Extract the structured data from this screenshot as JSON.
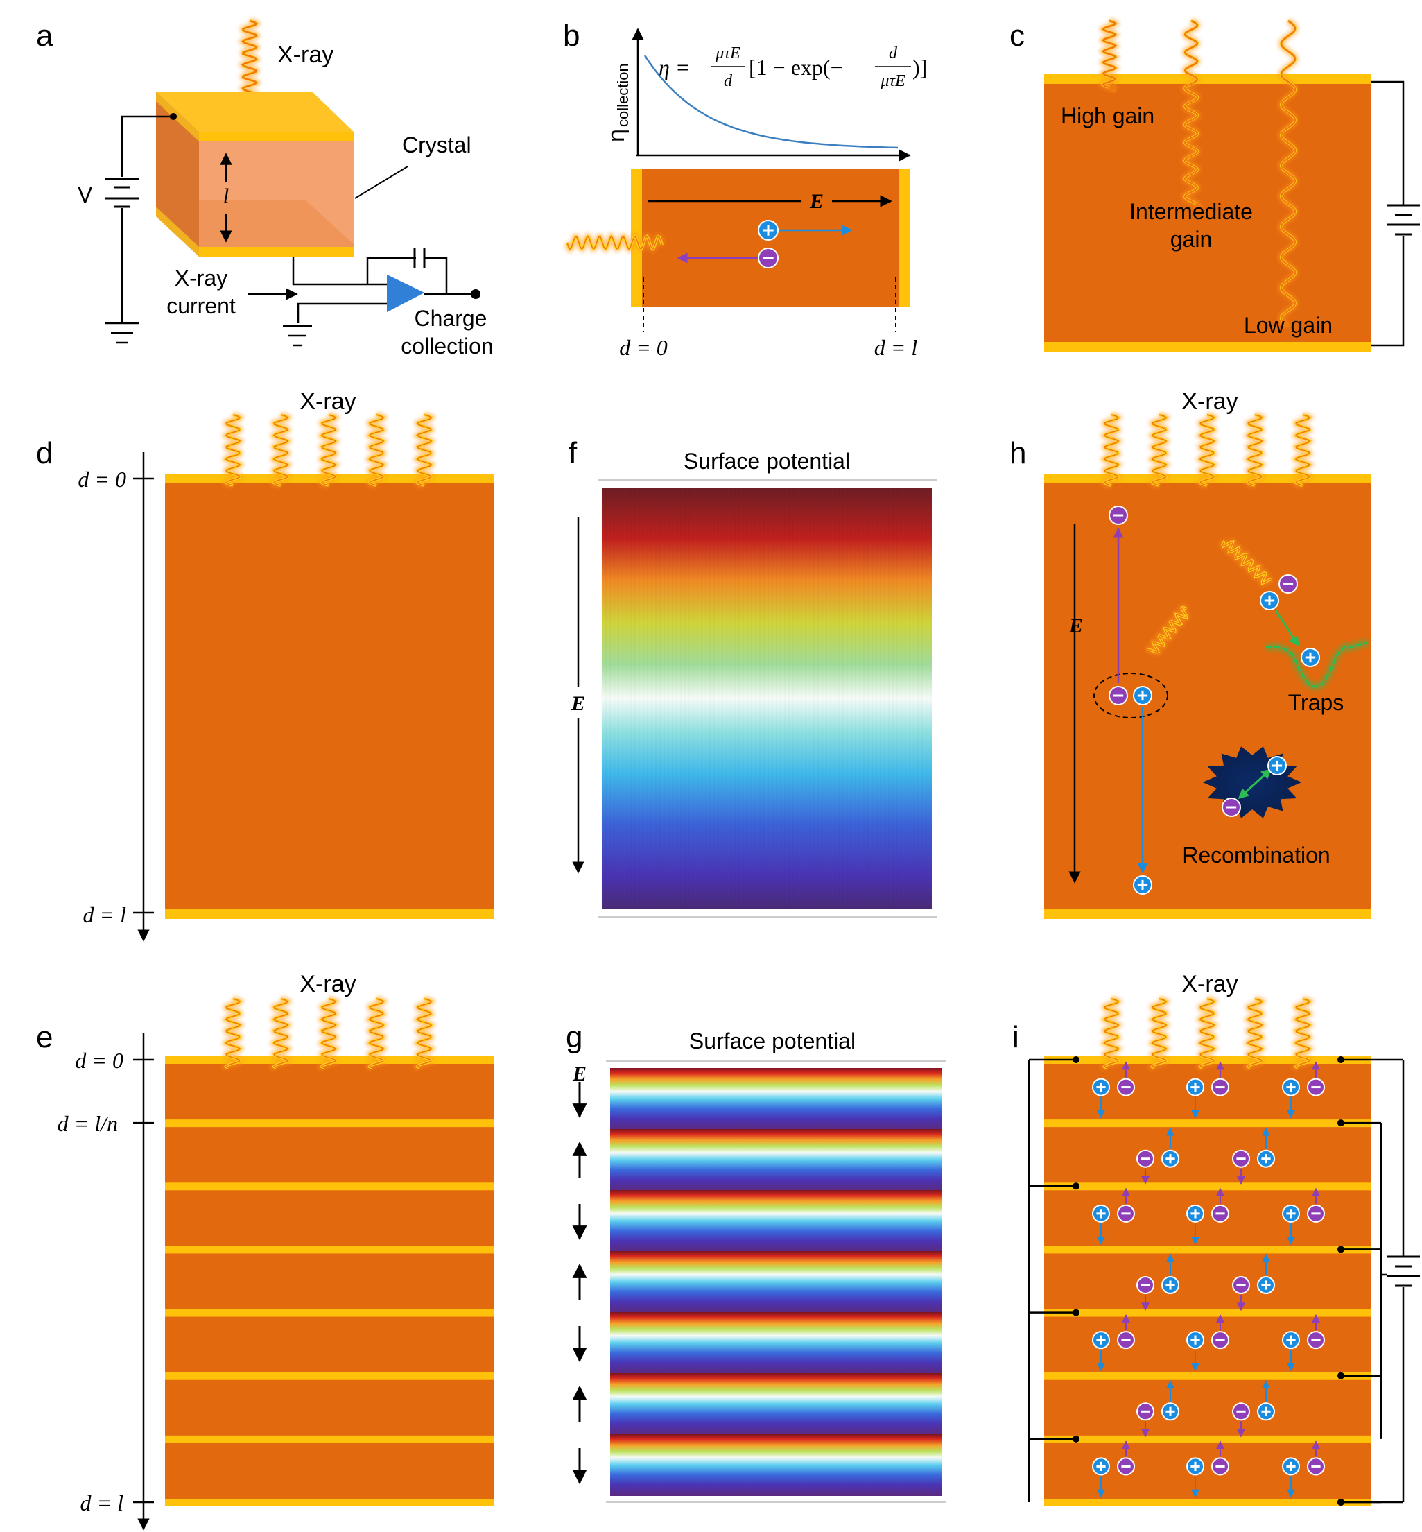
{
  "colors": {
    "crystal": "#e2690e",
    "electrode": "#ffc10a",
    "hole": "#1b8de0",
    "electron": "#8e3fb8",
    "wave": "#ffd21a",
    "wave_glow": "#ff9a1a",
    "trap": "#5fd15f",
    "amp": "#2f80d6",
    "axis": "#000000"
  },
  "labels": {
    "a": "a",
    "b": "b",
    "c": "c",
    "d": "d",
    "e": "e",
    "f": "f",
    "g": "g",
    "h": "h",
    "i": "i"
  },
  "panel_a": {
    "xray": "X-ray",
    "crystal": "Crystal",
    "voltage": "V",
    "thickness": "l",
    "current_line1": "X-ray",
    "current_line2": "current",
    "charge_line1": "Charge",
    "charge_line2": "collection"
  },
  "panel_b": {
    "ylabel_main": "η",
    "ylabel_sub": "collection",
    "eq_lhs": "η =",
    "eq_num1": "μτE",
    "eq_den1": "d",
    "eq_mid": "[1 − exp(−",
    "eq_num2": "d",
    "eq_den2": "μτE",
    "eq_end": ")]",
    "field": "E",
    "d0": "d = 0",
    "dl": "d = l",
    "plus": "+",
    "minus": "−"
  },
  "panel_c": {
    "high": "High gain",
    "inter1": "Intermediate",
    "inter2": "gain",
    "low": "Low gain"
  },
  "panel_d": {
    "xray": "X-ray",
    "d0": "d = 0",
    "dl": "d = l"
  },
  "panel_e": {
    "xray": "X-ray",
    "d0": "d = 0",
    "dn": "d = l/n",
    "dl": "d = l",
    "layers": 7
  },
  "panel_f": {
    "title": "Surface potential",
    "field": "E"
  },
  "panel_g": {
    "title": "Surface potential",
    "field": "E",
    "arrows": [
      "down",
      "up",
      "down",
      "up",
      "down",
      "up",
      "down"
    ]
  },
  "panel_h": {
    "xray": "X-ray",
    "field": "E",
    "traps": "Traps",
    "recombination": "Recombination"
  },
  "panel_i": {
    "xray": "X-ray",
    "layers": 7
  }
}
